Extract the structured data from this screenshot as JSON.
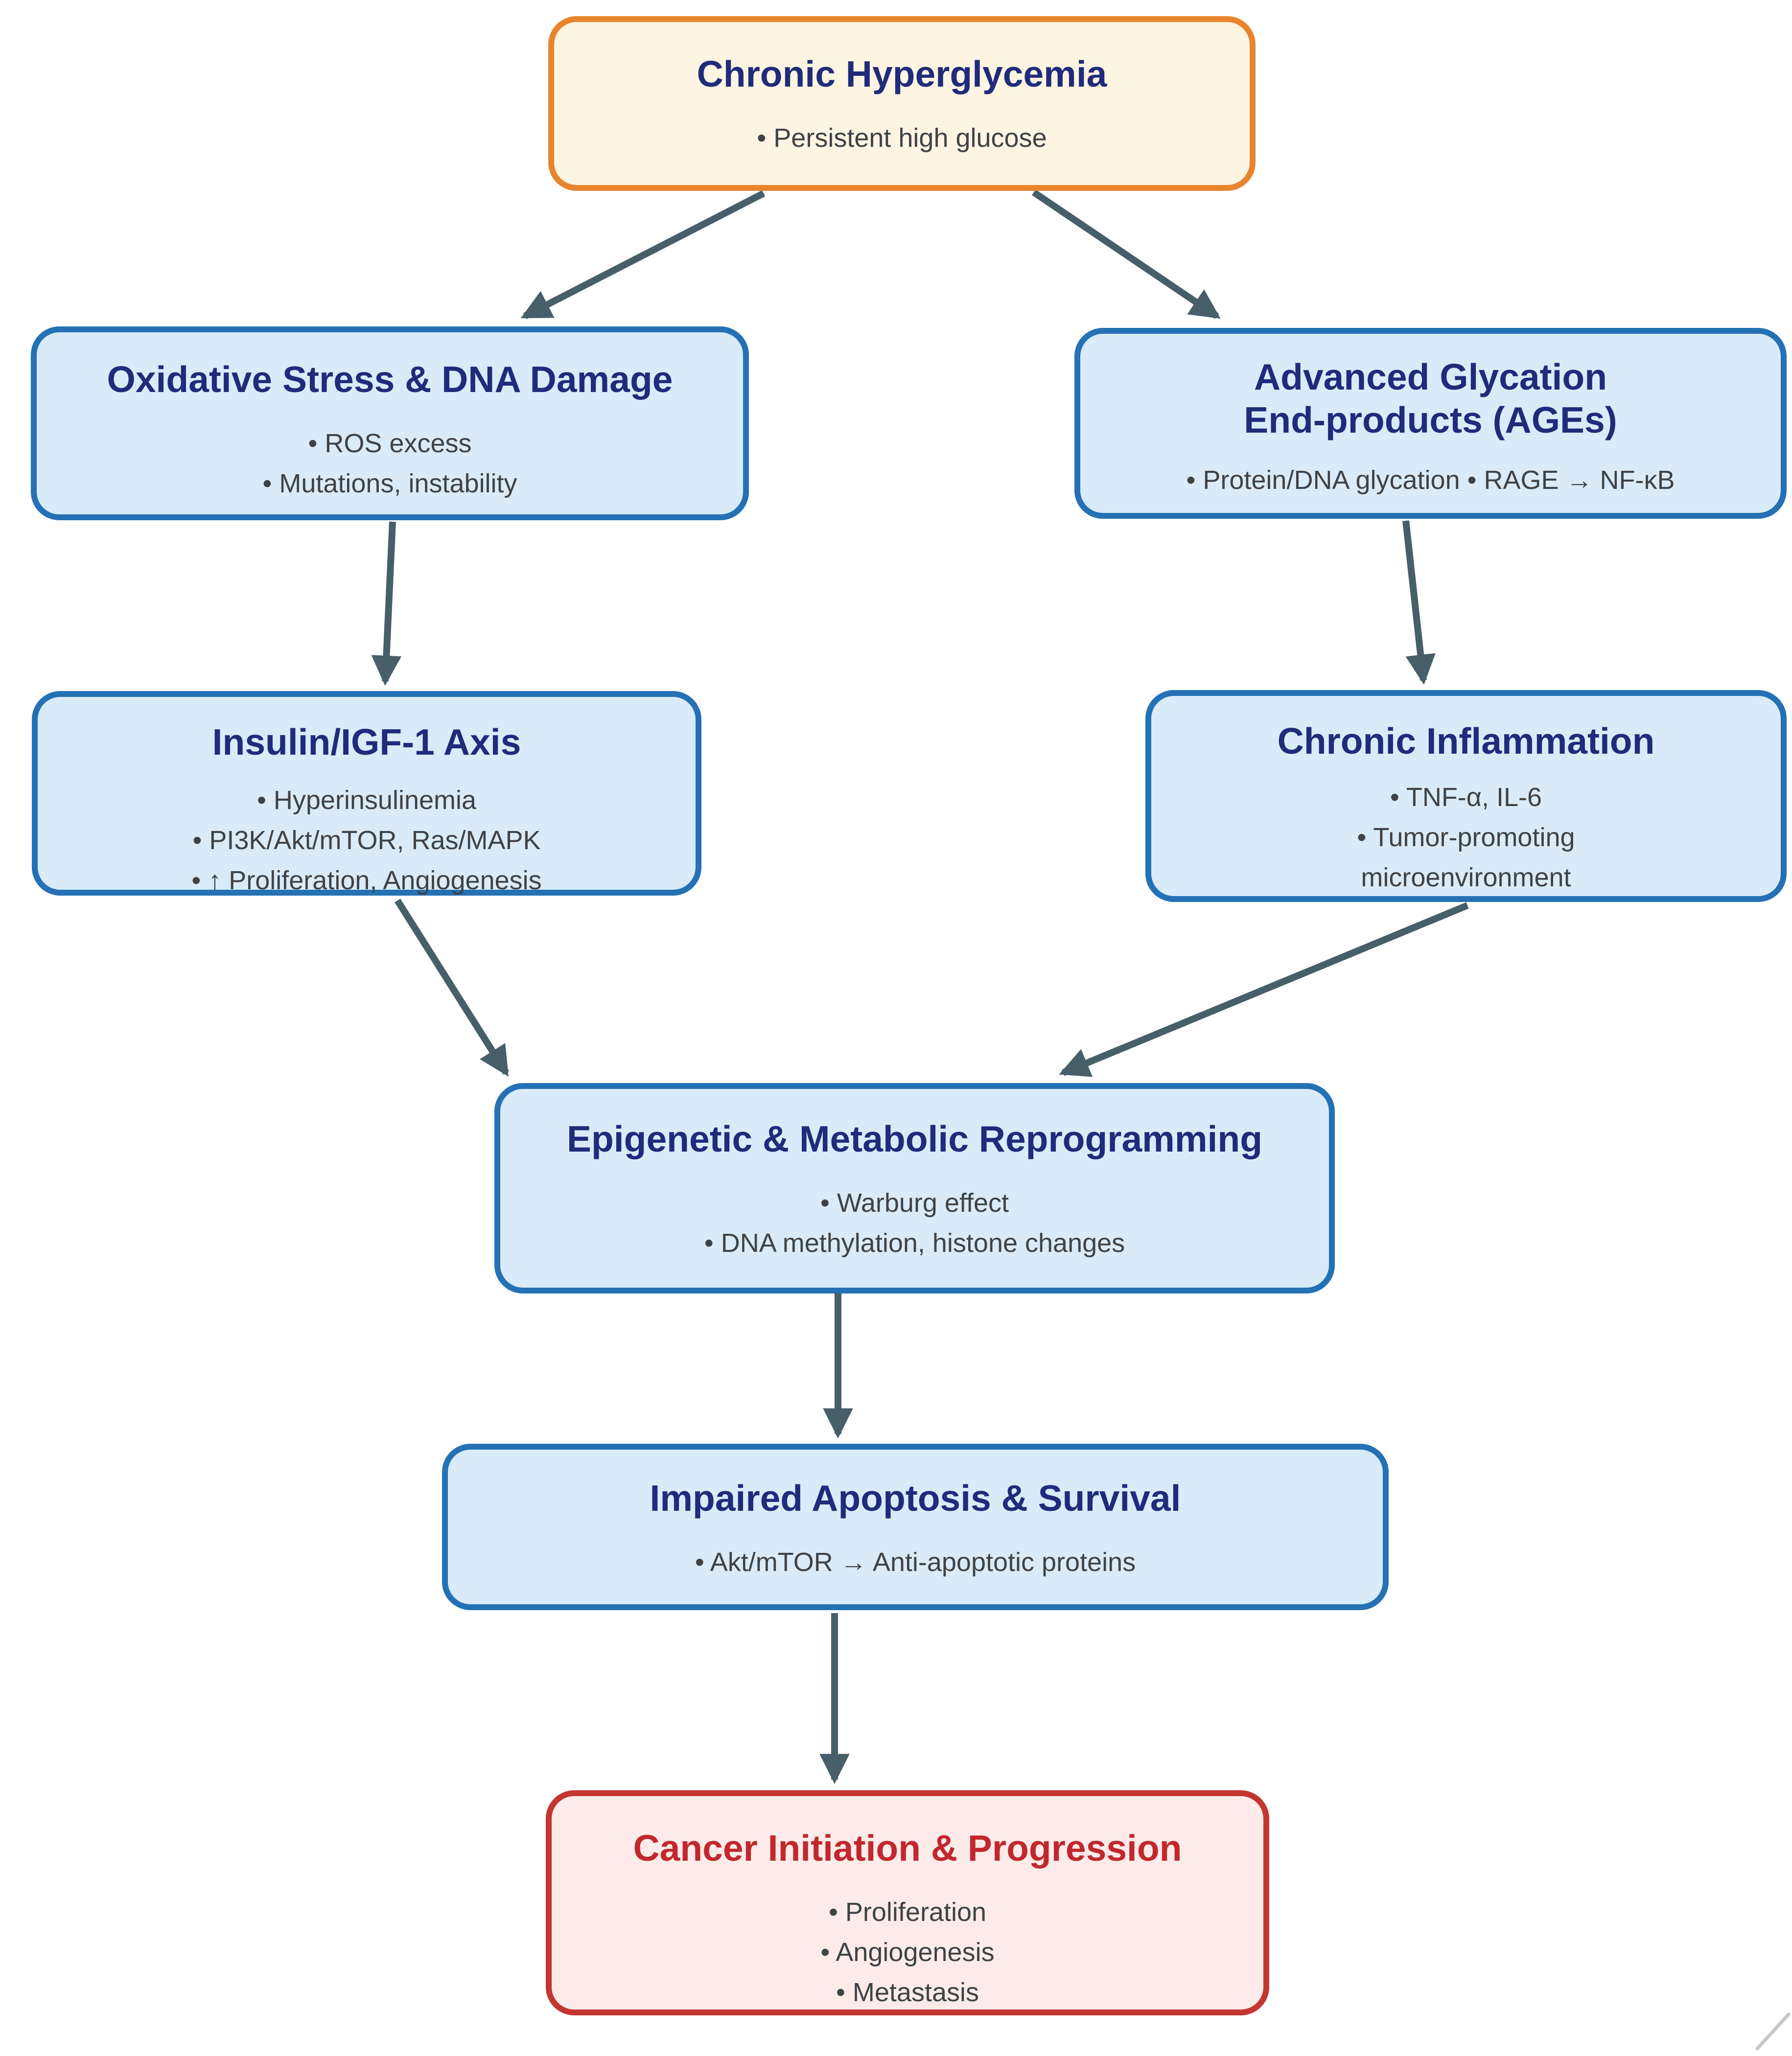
{
  "diagram": {
    "description_visible_text_only": true,
    "colors": {
      "orange_border": "#E9842E",
      "orange_fill": "#FDF4E1",
      "blue_border": "#2471B5",
      "blue_fill": "#D9EBF8",
      "red_border": "#C43631",
      "red_fill": "#FCEBE9",
      "title_navy": "#1F2B7B",
      "title_red": "#C2272E",
      "body_text": "#3F4245",
      "arrow": "#465F68"
    },
    "nodes": [
      {
        "id": "chronic-hyperglycemia",
        "color": "orange",
        "title_lines": [
          "Chronic Hyperglycemia"
        ],
        "bullet_lines": [
          "• Persistent high glucose"
        ]
      },
      {
        "id": "oxidative-stress",
        "color": "blue",
        "title_lines": [
          "Oxidative Stress & DNA Damage"
        ],
        "bullet_lines": [
          "• ROS excess",
          "• Mutations, instability"
        ]
      },
      {
        "id": "ages",
        "color": "blue",
        "title_lines": [
          "Advanced Glycation",
          "End-products (AGEs)"
        ],
        "bullet_lines": [
          "• Protein/DNA glycation • RAGE → NF-κB"
        ]
      },
      {
        "id": "insulin-igf1",
        "color": "blue",
        "title_lines": [
          "Insulin/IGF-1 Axis"
        ],
        "bullet_lines": [
          "• Hyperinsulinemia",
          "• PI3K/Akt/mTOR, Ras/MAPK",
          "• ↑ Proliferation, Angiogenesis"
        ]
      },
      {
        "id": "chronic-inflammation",
        "color": "blue",
        "title_lines": [
          "Chronic Inflammation"
        ],
        "bullet_lines": [
          "• TNF-α, IL-6",
          "• Tumor-promoting",
          "microenvironment"
        ]
      },
      {
        "id": "epigenetic-metabolic",
        "color": "blue",
        "title_lines": [
          "Epigenetic & Metabolic Reprogramming"
        ],
        "bullet_lines": [
          "• Warburg effect",
          "• DNA methylation, histone changes"
        ]
      },
      {
        "id": "impaired-apoptosis",
        "color": "blue",
        "title_lines": [
          "Impaired Apoptosis & Survival"
        ],
        "bullet_lines": [
          "• Akt/mTOR → Anti-apoptotic proteins"
        ]
      },
      {
        "id": "cancer-progression",
        "color": "red",
        "title_lines": [
          "Cancer Initiation & Progression"
        ],
        "bullet_lines": [
          "• Proliferation",
          "• Angiogenesis",
          "• Metastasis"
        ]
      }
    ],
    "edges": [
      {
        "from": "chronic-hyperglycemia",
        "to": "oxidative-stress"
      },
      {
        "from": "chronic-hyperglycemia",
        "to": "ages"
      },
      {
        "from": "oxidative-stress",
        "to": "insulin-igf1"
      },
      {
        "from": "ages",
        "to": "chronic-inflammation"
      },
      {
        "from": "insulin-igf1",
        "to": "epigenetic-metabolic"
      },
      {
        "from": "chronic-inflammation",
        "to": "epigenetic-metabolic"
      },
      {
        "from": "epigenetic-metabolic",
        "to": "impaired-apoptosis"
      },
      {
        "from": "impaired-apoptosis",
        "to": "cancer-progression"
      }
    ]
  }
}
